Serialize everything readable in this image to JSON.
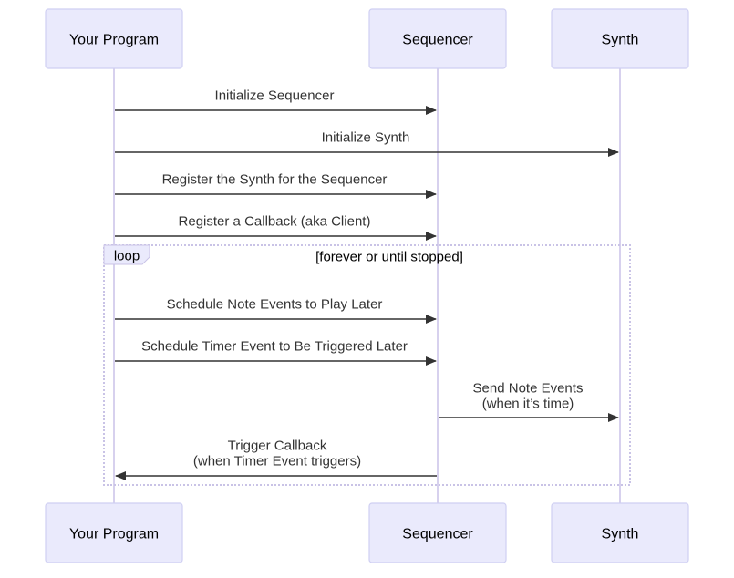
{
  "participants": [
    {
      "id": "program",
      "label": "Your Program"
    },
    {
      "id": "sequencer",
      "label": "Sequencer"
    },
    {
      "id": "synth",
      "label": "Synth"
    }
  ],
  "messages": [
    {
      "from": "program",
      "to": "sequencer",
      "lines": [
        "Initialize Sequencer"
      ]
    },
    {
      "from": "program",
      "to": "synth",
      "lines": [
        "Initialize Synth"
      ]
    },
    {
      "from": "program",
      "to": "sequencer",
      "lines": [
        "Register the Synth for the Sequencer"
      ]
    },
    {
      "from": "program",
      "to": "sequencer",
      "lines": [
        "Register a Callback (aka Client)"
      ]
    },
    {
      "from": "program",
      "to": "sequencer",
      "lines": [
        "Schedule Note Events to Play Later"
      ]
    },
    {
      "from": "program",
      "to": "sequencer",
      "lines": [
        "Schedule Timer Event to Be Triggered Later"
      ]
    },
    {
      "from": "sequencer",
      "to": "synth",
      "lines": [
        "Send Note Events",
        "(when it’s time)"
      ]
    },
    {
      "from": "sequencer",
      "to": "program",
      "lines": [
        "Trigger Callback",
        "(when Timer Event triggers)"
      ]
    }
  ],
  "loop": {
    "keyword": "loop",
    "condition": "[forever or until stopped]"
  },
  "colors": {
    "actor_fill": "#eaeafc",
    "actor_stroke": "#cfcff2",
    "lifeline": "#d7d1ee",
    "arrow": "#333333",
    "text": "#333333",
    "loop_border": "#c9c3e6"
  }
}
